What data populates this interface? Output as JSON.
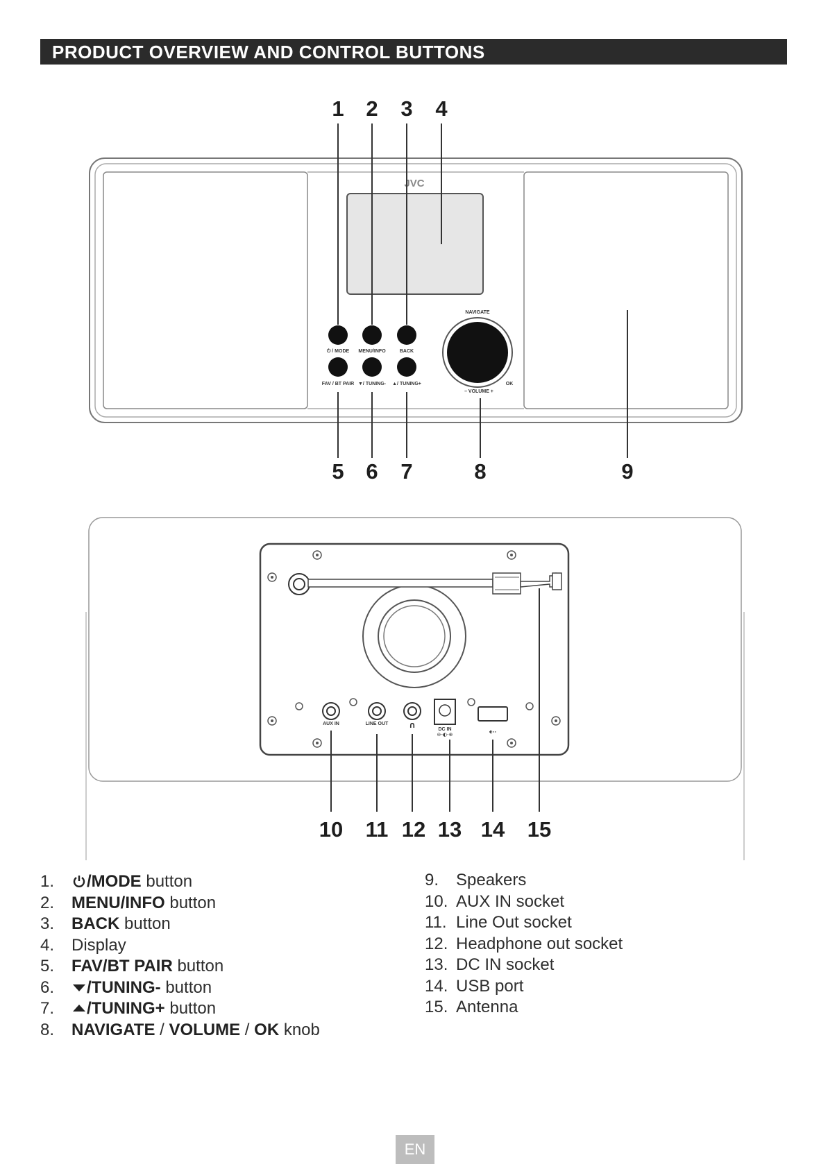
{
  "header": {
    "title": "PRODUCT OVERVIEW AND CONTROL BUTTONS"
  },
  "front_view": {
    "brand": "JVC",
    "callouts_top": [
      "1",
      "2",
      "3",
      "4"
    ],
    "callouts_bottom": [
      "5",
      "6",
      "7",
      "8",
      "9"
    ],
    "button_labels": {
      "mode": "⏻ / MODE",
      "menu": "MENU/INFO",
      "back": "BACK",
      "fav": "FAV / BT PAIR",
      "tuning_down": "▼/ TUNING-",
      "tuning_up": "▲/ TUNING+",
      "navigate": "NAVIGATE",
      "volume": "–  VOLUME  +",
      "ok": "OK"
    }
  },
  "rear_view": {
    "callouts": [
      "10",
      "11",
      "12",
      "13",
      "14",
      "15"
    ],
    "port_labels": {
      "aux_in": "AUX IN",
      "line_out": "LINE OUT",
      "headphone": "∩",
      "dc_in": "DC IN",
      "dc_polarity": "⊖-◐-⊕",
      "usb": "⇠"
    }
  },
  "legend_left": [
    {
      "num": "1.",
      "icon": "power-icon",
      "bold": "/MODE",
      "rest": " button"
    },
    {
      "num": "2.",
      "bold": "MENU/INFO",
      "rest": " button"
    },
    {
      "num": "3.",
      "bold": "BACK",
      "rest": " button"
    },
    {
      "num": "4.",
      "bold": "",
      "rest": "Display"
    },
    {
      "num": "5.",
      "bold": "FAV/BT PAIR",
      "rest": " button"
    },
    {
      "num": "6.",
      "icon": "triangle-down-icon",
      "bold": "/TUNING-",
      "rest": " button"
    },
    {
      "num": "7.",
      "icon": "triangle-up-icon",
      "bold": "/TUNING+",
      "rest": " button"
    },
    {
      "num": "8.",
      "bold": "NAVIGATE",
      "sep1": " / ",
      "bold2": "VOLUME",
      "sep2": " / ",
      "bold3": "OK",
      "rest": " knob"
    }
  ],
  "legend_right": [
    {
      "num": "9.",
      "text": "Speakers"
    },
    {
      "num": "10.",
      "text": "AUX IN socket"
    },
    {
      "num": "11.",
      "text": "Line Out socket"
    },
    {
      "num": "12.",
      "text": "Headphone out socket"
    },
    {
      "num": "13.",
      "text": "DC IN socket"
    },
    {
      "num": "14.",
      "text": "USB port"
    },
    {
      "num": "15.",
      "text": "Antenna"
    }
  ],
  "footer": {
    "language": "EN"
  }
}
